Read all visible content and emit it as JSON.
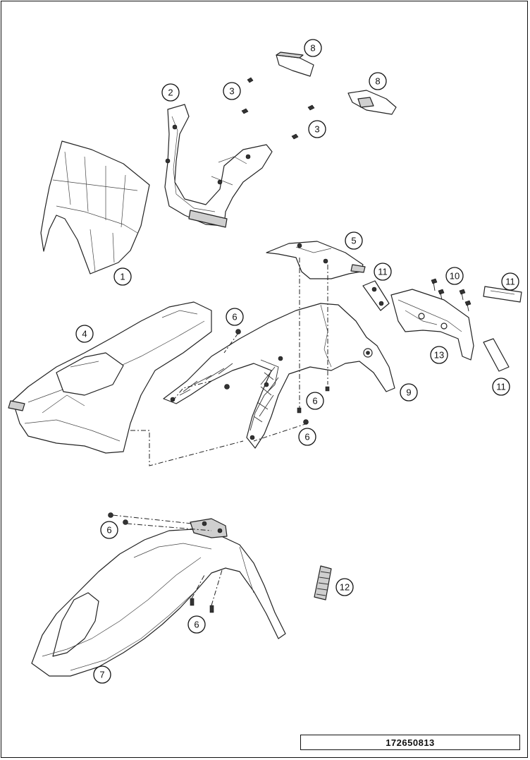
{
  "callouts": {
    "c1": "1",
    "c2": "2",
    "c3a": "3",
    "c3b": "3",
    "c4": "4",
    "c5": "5",
    "c6a": "6",
    "c6b": "6",
    "c6c": "6",
    "c6d": "6",
    "c6e": "6",
    "c7": "7",
    "c8a": "8",
    "c8b": "8",
    "c9": "9",
    "c10": "10",
    "c11a": "11",
    "c11b": "11",
    "c11c": "11",
    "c12": "12",
    "c13": "13"
  },
  "drawing_number": "172650813"
}
